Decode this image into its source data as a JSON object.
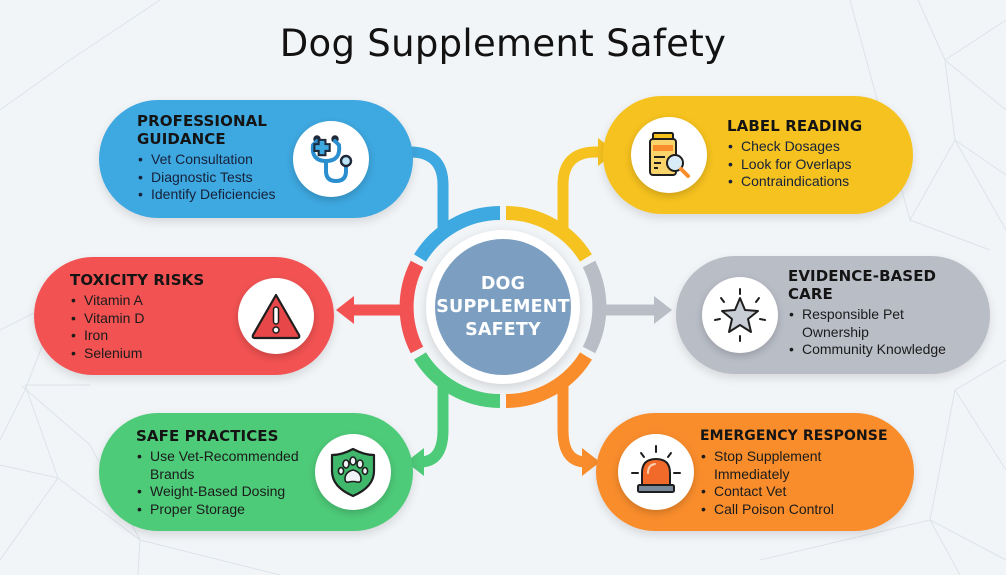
{
  "title": "Dog Supplement Safety",
  "hub": {
    "lines": [
      "DOG",
      "SUPPLEMENT",
      "SAFETY"
    ],
    "color": "#7c9fc1"
  },
  "sections": {
    "professional_guidance": {
      "title_lines": [
        "PROFESSIONAL",
        "GUIDANCE"
      ],
      "color": "#3ea8e0",
      "icon": "stethoscope-icon",
      "items": [
        "Vet Consultation",
        "Diagnostic Tests",
        "Identify Deficiencies"
      ]
    },
    "label_reading": {
      "title_lines": [
        "LABEL READING"
      ],
      "color": "#f6c21f",
      "icon": "supplement-jar-magnifier-icon",
      "items": [
        "Check Dosages",
        "Look for Overlaps",
        "Contraindications"
      ]
    },
    "toxicity_risks": {
      "title_lines": [
        "TOXICITY RISKS"
      ],
      "color": "#f25252",
      "icon": "warning-triangle-icon",
      "items": [
        "Vitamin A",
        "Vitamin D",
        "Iron",
        "Selenium"
      ]
    },
    "evidence_based_care": {
      "title_lines": [
        "EVIDENCE-BASED",
        "CARE"
      ],
      "color": "#b9bdc6",
      "icon": "star-icon",
      "items": [
        "Responsible Pet",
        "Ownership",
        "Community Knowledge"
      ],
      "items_display": [
        [
          "Responsible Pet",
          "Ownership"
        ],
        [
          "Community Knowledge"
        ]
      ]
    },
    "safe_practices": {
      "title_lines": [
        "SAFE PRACTICES"
      ],
      "color": "#4ecb79",
      "icon": "paw-shield-icon",
      "items_display": [
        [
          "Use Vet-Recommended",
          "Brands"
        ],
        [
          "Weight-Based Dosing"
        ],
        [
          "Proper Storage"
        ]
      ]
    },
    "emergency_response": {
      "title_lines": [
        "EMERGENCY RESPONSE"
      ],
      "color": "#f98d2c",
      "icon": "alarm-siren-icon",
      "items_display": [
        [
          "Stop Supplement",
          "Immediately"
        ],
        [
          "Contact Vet"
        ],
        [
          "Call Poison Control"
        ]
      ]
    }
  }
}
